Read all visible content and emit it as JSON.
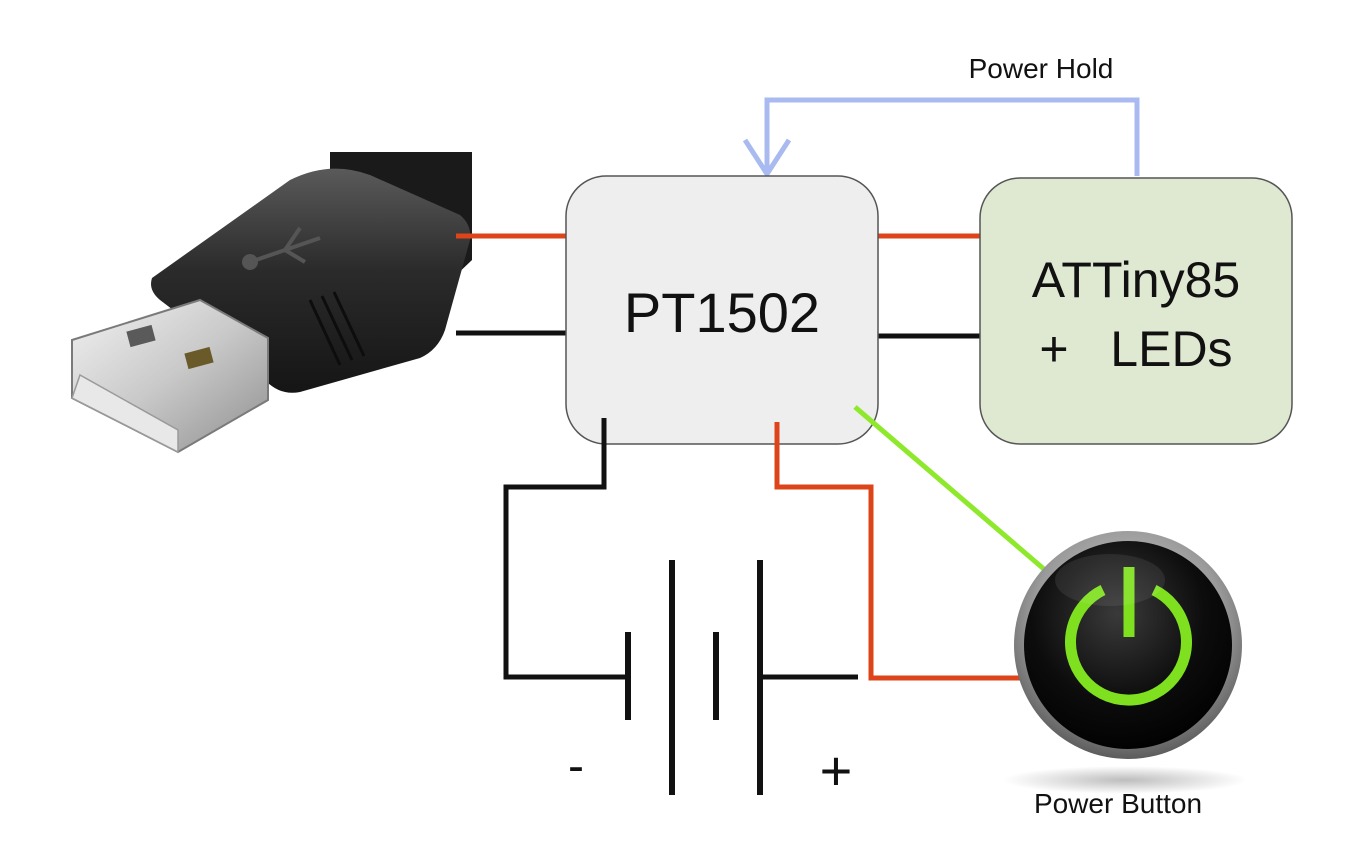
{
  "labels": {
    "chip": "PT1502",
    "mcu_line1": "ATTiny85",
    "mcu_line2": "+   LEDs",
    "power_hold": "Power Hold",
    "power_button": "Power Button",
    "battery_minus": "-",
    "battery_plus": "+"
  },
  "colors": {
    "positive_wire": "#dd4419",
    "ground_wire": "#111111",
    "power_hold_wire": "#a8baf0",
    "button_signal_wire": "#8ee82c",
    "chip_fill": "#eeeeee",
    "mcu_fill": "#dfe8d1",
    "button_glow": "#7ee01e"
  },
  "icons": {
    "usb": "usb-plug-icon",
    "battery": "battery-symbol-icon",
    "power": "power-button-icon"
  }
}
